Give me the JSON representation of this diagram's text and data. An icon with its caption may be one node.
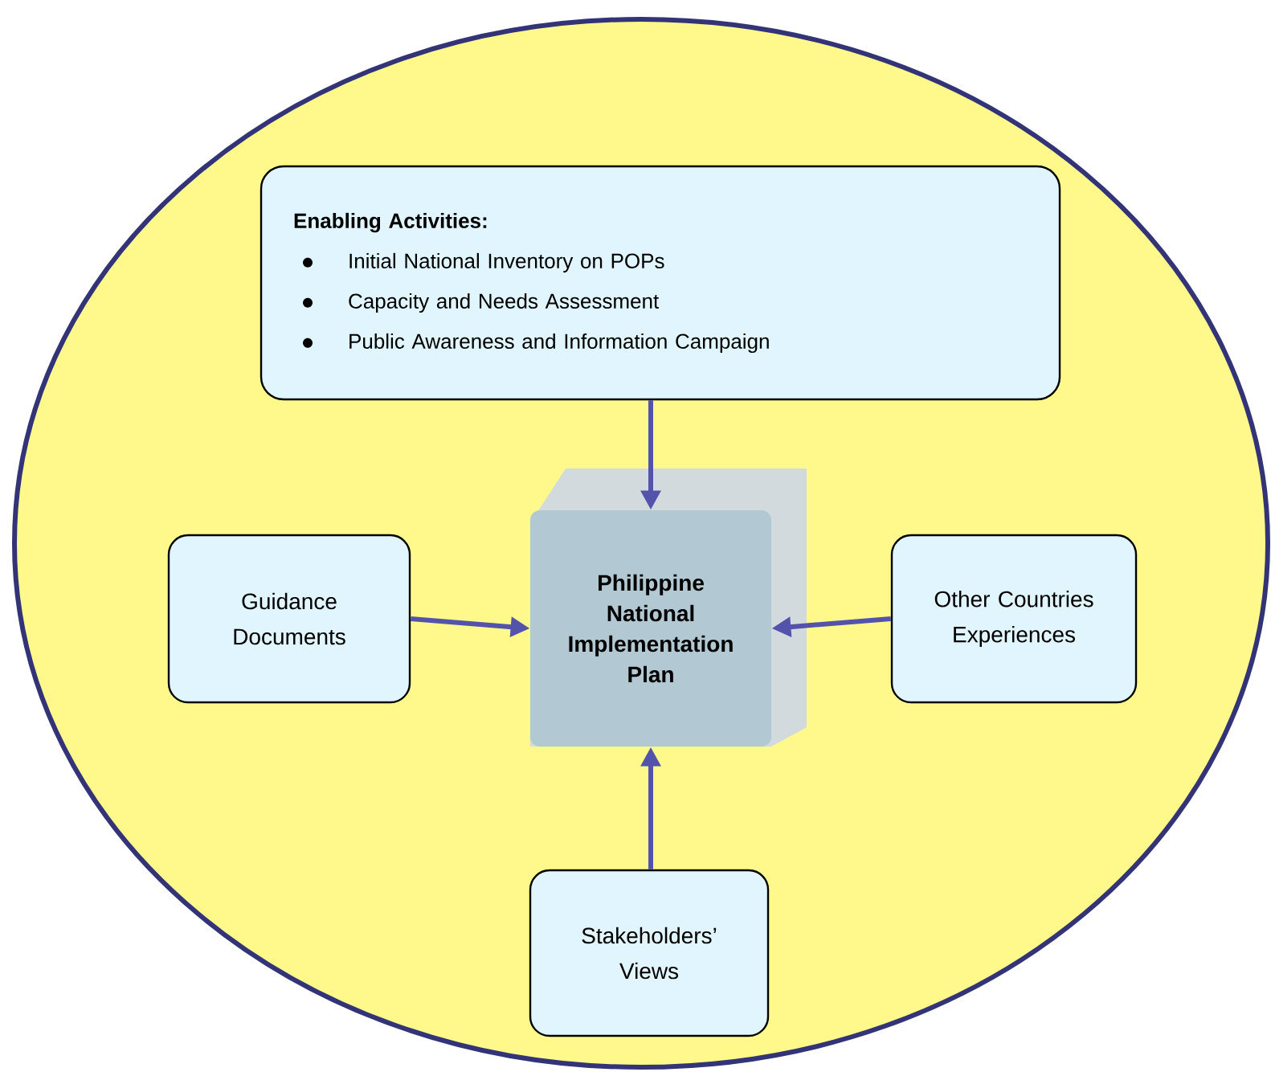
{
  "diagram": {
    "nodes": [
      {
        "text": [
          "Enabling Activities:",
          "Initial National Inventory on POPs",
          "Capacity and Needs Assessment",
          "Public Awareness and Information Campaign"
        ]
      },
      {
        "text": [
          "Guidance Documents"
        ]
      },
      {
        "text": [
          "Philippine National Implementation Plan"
        ]
      },
      {
        "text": [
          "Other Countries Experiences"
        ]
      },
      {
        "text": [
          "Stakeholders’ Views"
        ]
      }
    ],
    "edges": [
      {
        "from": 0,
        "to": 2,
        "arrow": "to"
      },
      {
        "from": 1,
        "to": 2,
        "arrow": "to"
      },
      {
        "from": 3,
        "to": 2,
        "arrow": "to"
      },
      {
        "from": 4,
        "to": 2,
        "arrow": "to"
      }
    ]
  }
}
